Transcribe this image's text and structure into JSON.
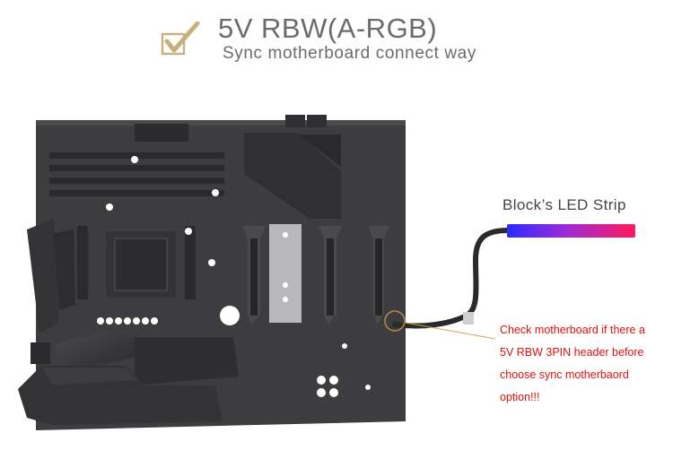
{
  "header": {
    "title": "5V RBW(A-RGB)",
    "subtitle": "Sync motherboard connect way"
  },
  "strip": {
    "label": "Block’s LED Strip"
  },
  "note": {
    "lines": [
      "Check motherboard if there a",
      "5V RBW 3PIN header before",
      "choose sync motherbaord",
      "option!!!"
    ]
  },
  "icons": {
    "check": "checkmark-icon",
    "board": "motherboard-illustration",
    "strip": "led-strip-illustration"
  },
  "colors": {
    "check_gold": "#c9b07a",
    "text_gray": "#6b6b6b",
    "warning_red": "#e01010",
    "board_dark": "#3a3a3c",
    "strip_blue": "#2a2cff",
    "strip_pink": "#ff1a5c"
  }
}
